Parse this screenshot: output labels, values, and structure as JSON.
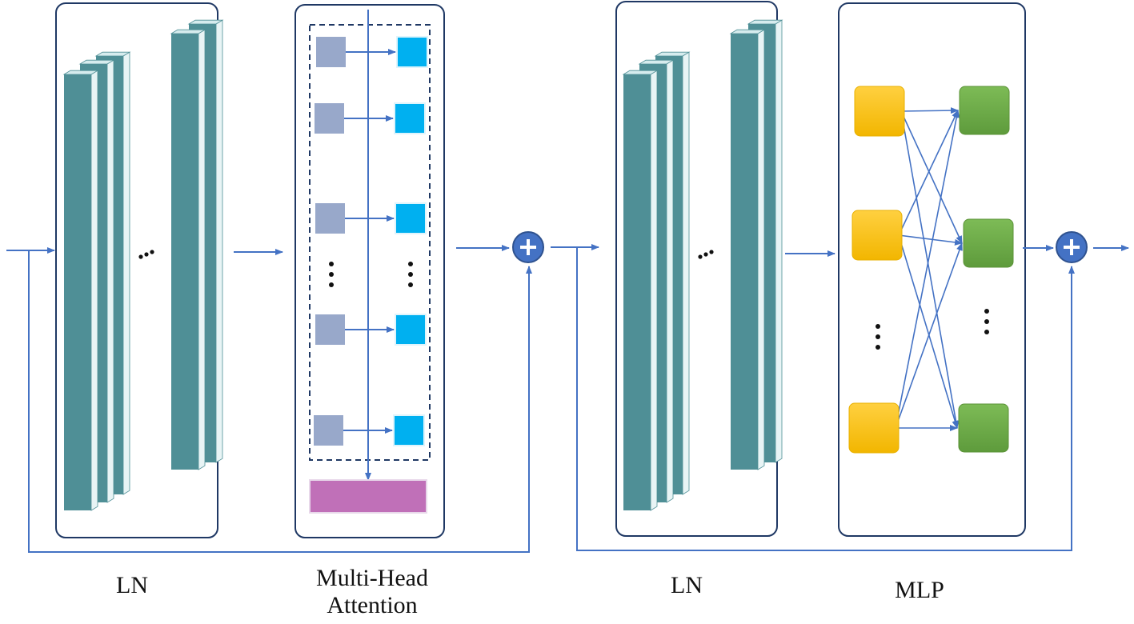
{
  "colors": {
    "panel_border": "#1f3864",
    "arrow": "#4472c4",
    "layer_front": "#4f8f96",
    "layer_side": "#e8f4f5",
    "query_key": "#98a8ca",
    "value": "#00b0f0",
    "output_bar": "#c070b8",
    "mlp_input": "#ffc000",
    "mlp_output": "#70ad47",
    "plus_node": "#4472c4"
  },
  "icons": {
    "plus_node": "plus-circle-icon",
    "ellipsis": "ellipsis-icon"
  },
  "blocks": [
    {
      "id": "ln1",
      "caption_lines": [
        "LN"
      ]
    },
    {
      "id": "mha",
      "caption_lines": [
        "Multi-Head",
        "Attention"
      ]
    },
    {
      "id": "ln2",
      "caption_lines": [
        "LN"
      ]
    },
    {
      "id": "mlp",
      "caption_lines": [
        "MLP"
      ]
    }
  ],
  "attention": {
    "head_rows": 5
  },
  "mlp": {
    "input_nodes": 3,
    "output_nodes": 3
  }
}
